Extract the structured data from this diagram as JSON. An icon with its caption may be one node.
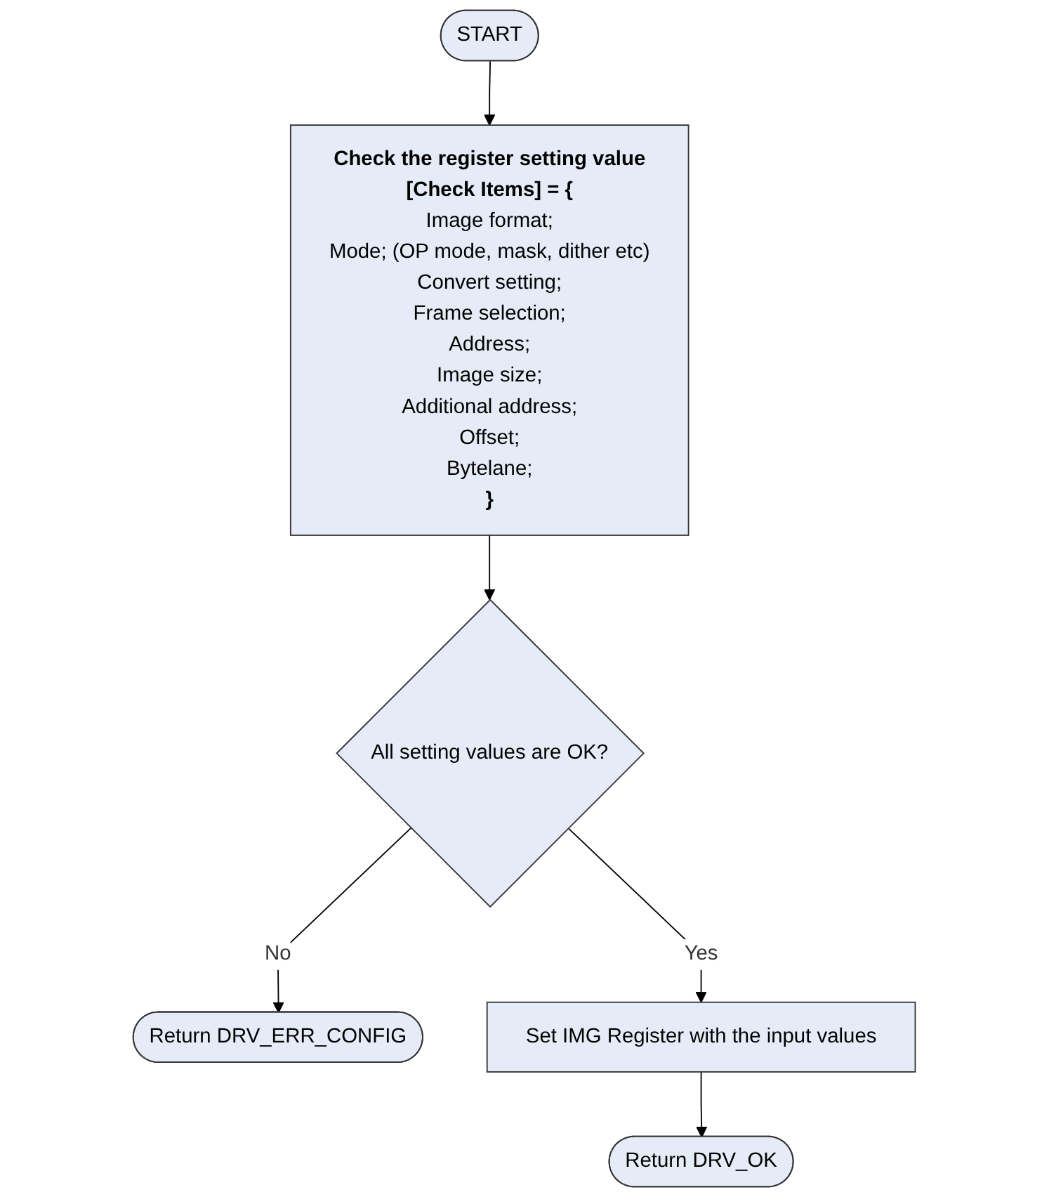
{
  "diagram": {
    "nodes": [
      {
        "text": [
          "START"
        ]
      },
      {
        "text": [
          "Check the register setting value",
          "[Check Items] = {",
          "Image format;",
          "Mode; (OP mode, mask, dither etc)",
          "Convert setting;",
          "Frame selection;",
          "Address;",
          "Image size;",
          "Additional address;",
          "Offset;",
          "Bytelane;",
          "}"
        ]
      },
      {
        "text": [
          "All setting values are OK?"
        ]
      },
      {
        "text": [
          "Return DRV_ERR_CONFIG"
        ]
      },
      {
        "text": [
          "Set IMG Register with the input values"
        ]
      },
      {
        "text": [
          "Return DRV_OK"
        ]
      }
    ],
    "edges": [
      {
        "from": 0,
        "to": 1,
        "arrow": "to"
      },
      {
        "from": 1,
        "to": 2,
        "arrow": "to"
      },
      {
        "from": 2,
        "to": 3,
        "label": "No",
        "arrow": "to"
      },
      {
        "from": 2,
        "to": 4,
        "label": "Yes",
        "arrow": "to"
      },
      {
        "from": 4,
        "to": 5,
        "arrow": "to"
      }
    ]
  }
}
